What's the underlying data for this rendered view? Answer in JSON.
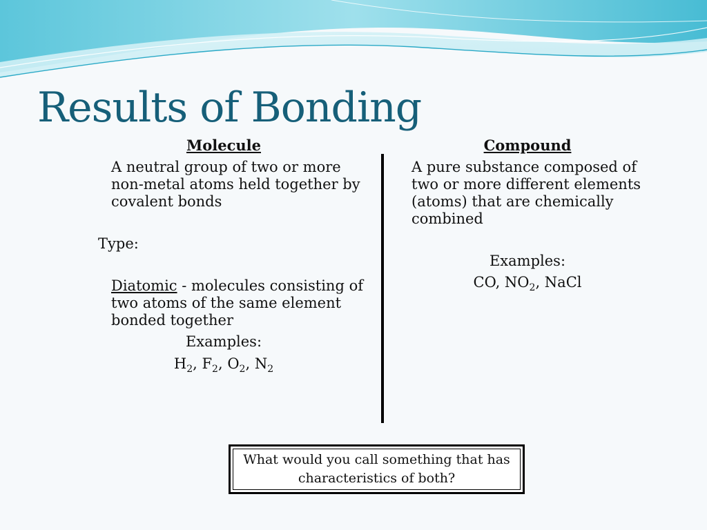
{
  "title": "Results of Bonding",
  "molecule": {
    "heading": "Molecule",
    "definition": "A neutral group of two or more non-metal atoms held together by covalent bonds",
    "type_label": "Type:",
    "diatomic_term": "Diatomic",
    "diatomic_rest": " - molecules consisting of two atoms of the same element bonded together",
    "examples_label": "Examples:",
    "examples": [
      {
        "el": "H",
        "sub": "2",
        "sep": ", "
      },
      {
        "el": "F",
        "sub": "2",
        "sep": ", "
      },
      {
        "el": "O",
        "sub": "2",
        "sep": ", "
      },
      {
        "el": "N",
        "sub": "2",
        "sep": ""
      }
    ]
  },
  "compound": {
    "heading": "Compound",
    "definition": "A pure substance composed of two or more different elements (atoms) that are chemically combined",
    "examples_label": "Examples:",
    "examples": [
      {
        "el": "CO",
        "sub": "",
        "sep": ", "
      },
      {
        "el": "NO",
        "sub": "2",
        "sep": ", "
      },
      {
        "el": "NaCl",
        "sub": "",
        "sep": ""
      }
    ]
  },
  "question": "What would you call something that has characteristics of both?",
  "colors": {
    "title": "#165f79",
    "banner_light": "#c8ecf2",
    "banner_mid": "#7fd3e3",
    "banner_dark": "#3bb7cf"
  }
}
